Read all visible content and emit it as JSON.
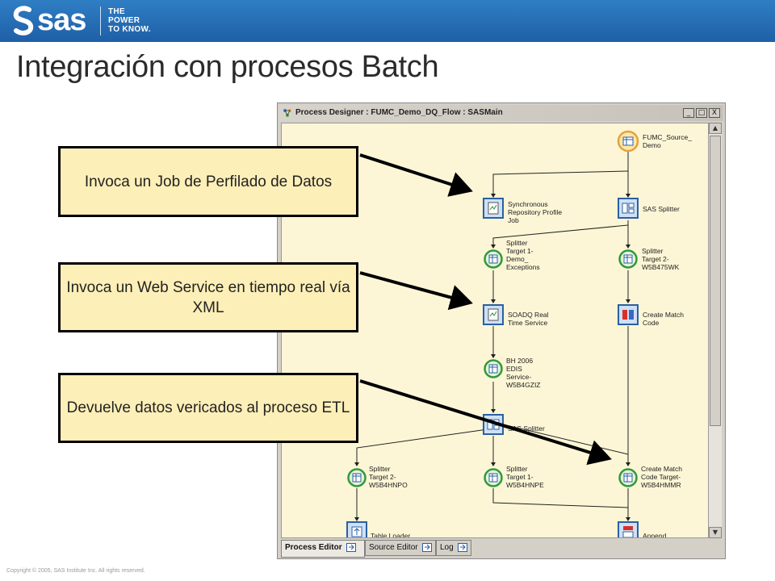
{
  "header": {
    "brand": "sas",
    "tagline": [
      "THE",
      "POWER",
      "TO KNOW."
    ],
    "colors": {
      "band": "#2f7ec4"
    }
  },
  "slide": {
    "title": "Integración con procesos Batch"
  },
  "window": {
    "title": "Process Designer : FUMC_Demo_DQ_Flow : SASMain",
    "buttons": [
      "_",
      "□",
      "X"
    ],
    "tabs": [
      {
        "label": "Process Editor",
        "active": true
      },
      {
        "label": "Source Editor",
        "active": false
      },
      {
        "label": "Log",
        "active": false
      }
    ]
  },
  "nodes": {
    "source": [
      "FUMC_Source_",
      "Demo"
    ],
    "sync_profile": [
      "Synchronous",
      "Repository Profile",
      "Job"
    ],
    "splitter1": [
      "SAS Splitter"
    ],
    "target1_exc": [
      "Splitter",
      "Target 1-",
      "Demo_",
      "Exceptions"
    ],
    "target2_w5b": [
      "Splitter",
      "Target 2-",
      "W5B475WK"
    ],
    "soadq": [
      "SOADQ Real",
      "Time Service"
    ],
    "create_match": [
      "Create Match",
      "Code"
    ],
    "bh2006": [
      "BH 2006",
      "EDIS",
      "Service-",
      "W5B4GZIZ"
    ],
    "splitter2": [
      "SAS Splitter"
    ],
    "t2_hnpo": [
      "Splitter",
      "Target 2-",
      "W5B4HNPO"
    ],
    "t1_hnpe": [
      "Splitter",
      "Target 1-",
      "W5B4HNPE"
    ],
    "cm_target": [
      "Create Match",
      "Code Target-",
      "W5B4HMMR"
    ],
    "table_loader": [
      "Table Loader"
    ],
    "append": [
      "Append"
    ]
  },
  "callouts": [
    "Invoca un Job de Perfilado de Datos",
    "Invoca un Web Service en tiempo real vía XML",
    "Devuelve datos vericados al proceso ETL"
  ],
  "footer": {
    "copyright": "Copyright © 2005, SAS Institute Inc. All rights reserved."
  }
}
